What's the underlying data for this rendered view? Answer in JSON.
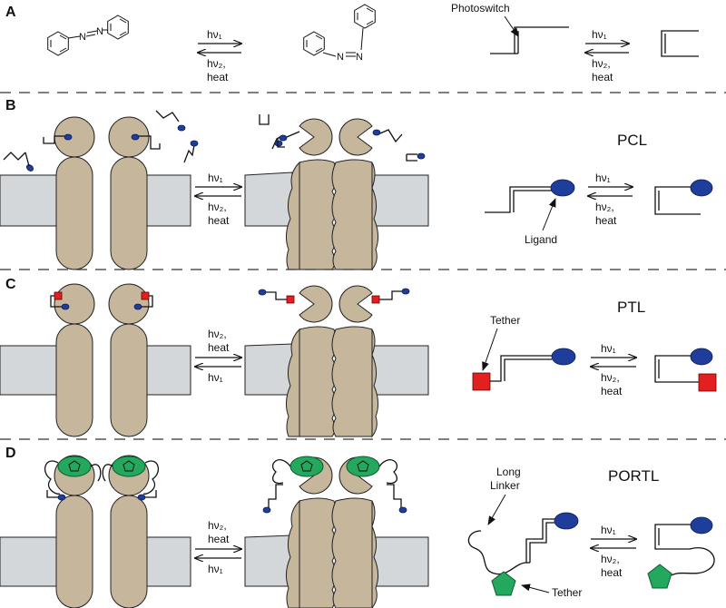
{
  "panels": {
    "a": {
      "letter": "A",
      "photoswitch_label": "Photoswitch",
      "arrow_left": {
        "top": "hν₁",
        "bottom": "hν₂,",
        "bottom2": "heat"
      },
      "arrow_right": {
        "top": "hν₁",
        "bottom": "hν₂,",
        "bottom2": "heat"
      }
    },
    "b": {
      "letter": "B",
      "title": "PCL",
      "ligand_label": "Ligand",
      "arrow_left": {
        "top": "hν₁",
        "bottom": "hν₂,",
        "bottom2": "heat"
      },
      "arrow_right": {
        "top": "hν₁",
        "bottom": "hν₂,",
        "bottom2": "heat"
      }
    },
    "c": {
      "letter": "C",
      "title": "PTL",
      "tether_label": "Tether",
      "arrow_left": {
        "top": "hν₂,",
        "top2": "heat",
        "bottom": "hν₁"
      },
      "arrow_right": {
        "top": "hν₁",
        "bottom": "hν₂,",
        "bottom2": "heat"
      }
    },
    "d": {
      "letter": "D",
      "title": "PORTL",
      "linker_label1": "Long",
      "linker_label2": "Linker",
      "tether_label": "Tether",
      "arrow_left": {
        "top": "hν₂,",
        "top2": "heat",
        "bottom": "hν₁"
      },
      "arrow_right": {
        "top": "hν₁",
        "bottom": "hν₂,",
        "bottom2": "heat"
      }
    }
  },
  "colors": {
    "protein": "#c5b69c",
    "membrane": "#d4d7da",
    "ligand": "#1f3e9c",
    "tether": "#e32020",
    "green_tether": "#23a85e"
  },
  "icons": [
    "azobenzene-trans",
    "azobenzene-cis",
    "blue-ligand",
    "red-tether-square",
    "green-pentagon"
  ]
}
